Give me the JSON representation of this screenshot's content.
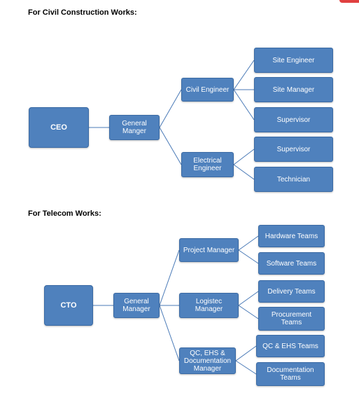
{
  "accent_color": "#4f81bd",
  "civil": {
    "heading": "For Civil Construction Works:",
    "root": "CEO",
    "level1": "General\nManger",
    "branches": [
      {
        "label": "Civil Engineer",
        "children": [
          "Site Engineer",
          "Site Manager",
          "Supervisor"
        ]
      },
      {
        "label": "Electrical\nEngineer",
        "children": [
          "Supervisor",
          "Technician"
        ]
      }
    ]
  },
  "telecom": {
    "heading": "For Telecom Works:",
    "root": "CTO",
    "level1": "General\nManager",
    "branches": [
      {
        "label": "Project Manager",
        "children": [
          "Hardware Teams",
          "Software Teams"
        ]
      },
      {
        "label": "Logistec\nManager",
        "children": [
          "Delivery Teams",
          "Procurement\nTeams"
        ]
      },
      {
        "label": "QC, EHS &\nDocumentation\nManager",
        "children": [
          "QC & EHS Teams",
          "Documentation\nTeams"
        ]
      }
    ]
  }
}
